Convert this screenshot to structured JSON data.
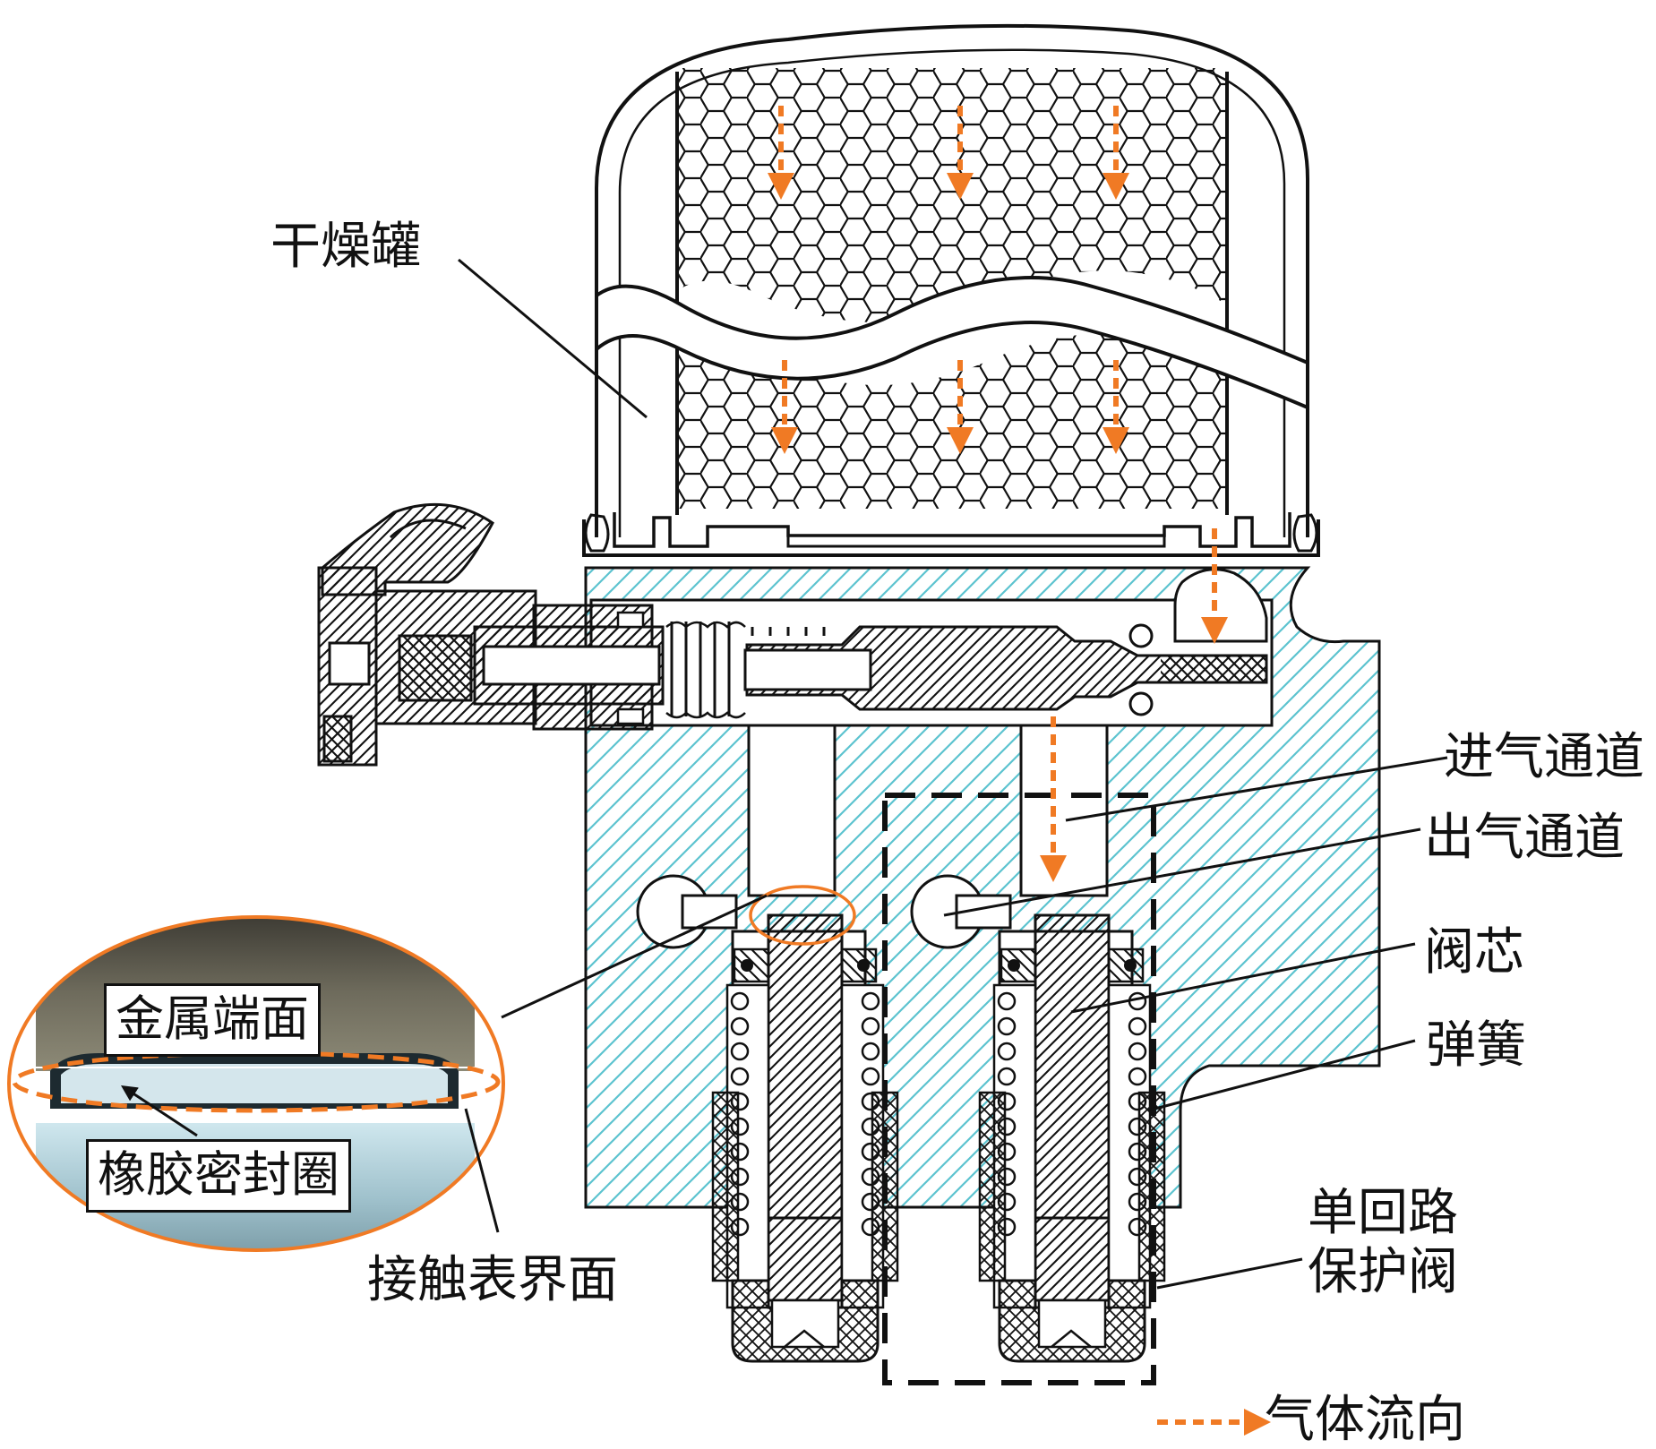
{
  "labels": {
    "drying_canister": "干燥罐",
    "inlet_passage": "进气通道",
    "outlet_passage": "出气通道",
    "valve_core": "阀芯",
    "spring": "弹簧",
    "single_circuit_protection_valve_line1": "单回路",
    "single_circuit_protection_valve_line2": "保护阀",
    "contact_interface": "接触表界面",
    "metal_end_face": "金属端面",
    "rubber_seal_ring": "橡胶密封圈"
  },
  "legend": {
    "gas_flow_direction": "气体流向"
  },
  "colors": {
    "outline": "#111111",
    "body_hatch": "#5cc3cf",
    "flow_arrow": "#f07a24",
    "highlight_ring": "#f07a24"
  },
  "icons": {
    "flow_arrow": "dashed-arrow-icon",
    "desiccant_mesh": "hexagon-pattern"
  }
}
